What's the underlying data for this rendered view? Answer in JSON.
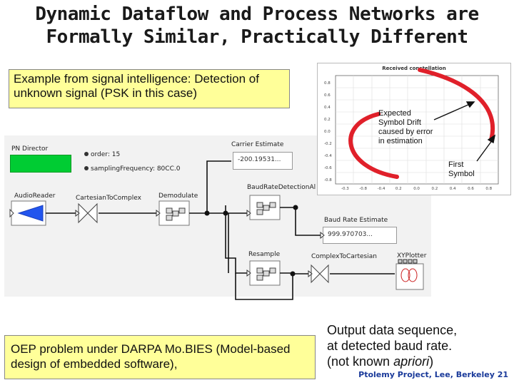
{
  "slide": {
    "title_line1": "Dynamic Dataflow and Process Networks are",
    "title_line2": "Formally Similar, Practically Different",
    "top_note": "Example from signal intelligence: Detection of unknown signal (PSK in this case)",
    "bottom_note": "OEP problem under DARPA Mo.BIES (Model-based design of embedded software),",
    "output_line1": "Output data sequence,",
    "output_line2": "at detected baud rate.",
    "output_line3_pre": "(not known ",
    "output_line3_em": "apriori",
    "output_line3_post": ")",
    "footer": "Ptolemy Project, Lee, Berkeley 21"
  },
  "model": {
    "director_label": "PN Director",
    "param_order": "order: 15",
    "param_sampling": "samplingFrequency: 80CC.0",
    "carrier_label": "Carrier Estimate",
    "carrier_value": "-200.19531...",
    "audio_reader": "AudioReader",
    "cartesian_to_complex": "CartesianToComplex",
    "demodulate": "Demodulate",
    "baud_detection": "BaudRateDetectionAl",
    "baud_estimate_label": "Baud Rate Estimate",
    "baud_estimate_value": "999.970703...",
    "resample": "Resample",
    "complex_to_cartesian": "ComplexToCartesian",
    "xy_plotter": "XYPlotter"
  },
  "plot": {
    "title": "Received constellation",
    "y_ticks": [
      "0.8",
      "0.6",
      "0.4",
      "0.2",
      "0.0",
      "-0.2",
      "-0.4",
      "-0.6",
      "-0.8"
    ],
    "x_ticks": [
      "-0.3",
      "-0.8",
      "-0.4",
      "0.2",
      "0.0",
      "0.2",
      "0.4",
      "0.6",
      "0.8"
    ],
    "annotation_drift_1": "Expected",
    "annotation_drift_2": "Symbol Drift",
    "annotation_drift_3": "caused by error",
    "annotation_drift_4": "in estimation",
    "annotation_first_1": "First",
    "annotation_first_2": "Symbol",
    "arc_color": "#e0202a"
  },
  "colors": {
    "note_bg": "#ffff99",
    "director_green": "#00cc33",
    "footer_blue": "#1a3a9a"
  },
  "icons": [
    "audio-reader-icon",
    "bowtie-converter-icon",
    "composite-actor-icon",
    "xy-plotter-icon",
    "arrow-icon"
  ]
}
